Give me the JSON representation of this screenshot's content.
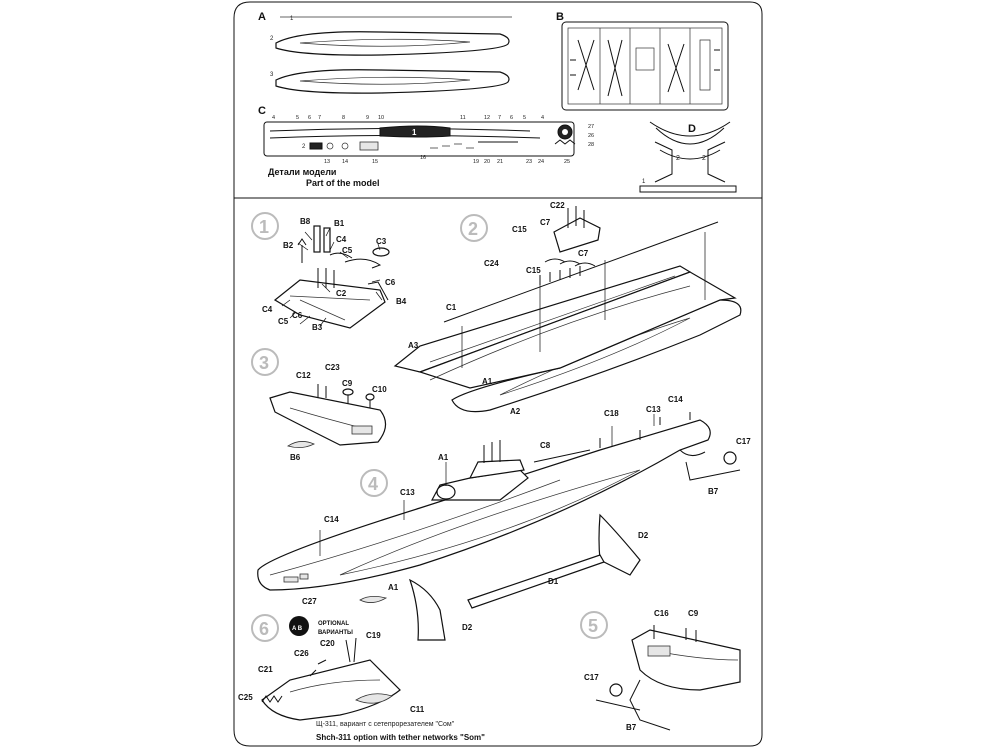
{
  "top_panel": {
    "sprue_labels": {
      "a": "A",
      "b": "B",
      "c": "C",
      "d": "D"
    },
    "a_numbers": [
      "1",
      "2",
      "3"
    ],
    "c_numbers_top": [
      "4",
      "5",
      "6",
      "7",
      "8",
      "9",
      "10",
      "11",
      "12",
      "7",
      "6",
      "5",
      "4"
    ],
    "c_numbers_bottom": [
      "13",
      "14",
      "15",
      "16",
      "19",
      "20",
      "21",
      "23",
      "24",
      "25"
    ],
    "c_numbers_side": [
      "27",
      "26",
      "28"
    ],
    "c_center_number": "1",
    "c_small_number": "2",
    "d_numbers": [
      "2",
      "2",
      "1"
    ],
    "caption_ru": "Детали модели",
    "caption_en": "Part of the model"
  },
  "steps": {
    "s1": "1",
    "s2": "2",
    "s3": "3",
    "s4": "4",
    "s5": "5",
    "s6": "6"
  },
  "step1": {
    "labels": [
      "B8",
      "B1",
      "B2",
      "C4",
      "C5",
      "C3",
      "C2",
      "C6",
      "B4",
      "C4",
      "C5",
      "C6",
      "B3"
    ]
  },
  "step2": {
    "labels": [
      "C22",
      "C7",
      "C15",
      "C7",
      "C24",
      "C15",
      "C1",
      "A3",
      "A1",
      "A2"
    ]
  },
  "step3": {
    "labels": [
      "C12",
      "C23",
      "C9",
      "C10",
      "B6"
    ]
  },
  "step4": {
    "labels": [
      "A1",
      "C8",
      "C18",
      "C13",
      "C14",
      "C17",
      "B7",
      "C13",
      "C14",
      "C27",
      "A1",
      "D2",
      "D1",
      "D2"
    ]
  },
  "step5": {
    "labels": [
      "C16",
      "C9",
      "C17",
      "B7"
    ]
  },
  "step6": {
    "badge": "A B",
    "optional_en": "OPTIONAL",
    "optional_ru": "ВАРИАНТЫ",
    "labels": [
      "C20",
      "C19",
      "C26",
      "C21",
      "C25",
      "C11"
    ]
  },
  "footer": {
    "caption_ru": "Щ-311, вариант с сетепрорезателем \"Сом\"",
    "caption_en": "Shch-311 option with tether networks \"Som\""
  }
}
